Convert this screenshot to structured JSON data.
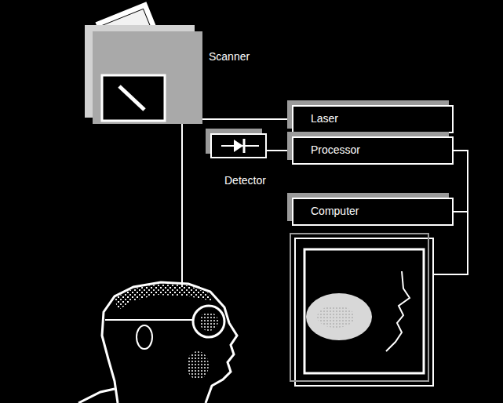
{
  "diagram": {
    "nodes": [
      {
        "text": [
          "Scanner"
        ]
      },
      {
        "text": [
          "Laser"
        ]
      },
      {
        "text": [
          "Detector"
        ]
      },
      {
        "text": [
          "Processor"
        ]
      },
      {
        "text": [
          "Computer"
        ]
      }
    ],
    "edges": [
      {
        "from": 0,
        "to": 1,
        "arrow": "none"
      },
      {
        "from": 2,
        "to": 3,
        "arrow": "none"
      },
      {
        "from": 3,
        "to": 4,
        "arrow": "none"
      }
    ]
  }
}
